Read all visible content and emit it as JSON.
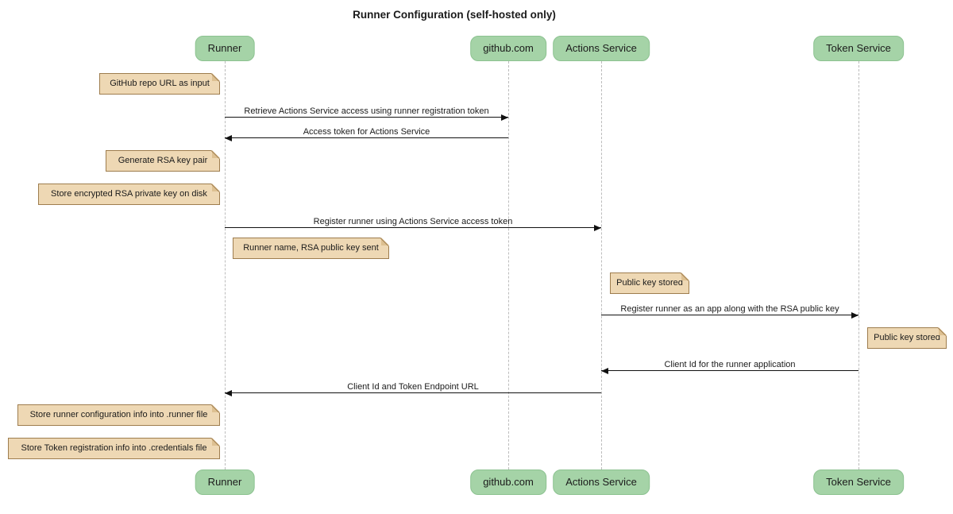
{
  "diagram": {
    "title": "Runner Configuration (self-hosted only)",
    "type": "sequence-diagram",
    "participants": [
      {
        "id": "runner",
        "label": "Runner"
      },
      {
        "id": "github",
        "label": "github.com"
      },
      {
        "id": "actions",
        "label": "Actions Service"
      },
      {
        "id": "token",
        "label": "Token Service"
      }
    ],
    "messages": [
      {
        "from": "Runner",
        "to": "github.com",
        "label": "Retrieve Actions Service access using runner registration token"
      },
      {
        "from": "github.com",
        "to": "Runner",
        "label": "Access token for Actions Service"
      },
      {
        "from": "Runner",
        "to": "Actions Service",
        "label": "Register runner using Actions Service access token"
      },
      {
        "from": "Actions Service",
        "to": "Token Service",
        "label": "Register runner as an app along with the RSA public key"
      },
      {
        "from": "Token Service",
        "to": "Actions Service",
        "label": "Client Id for the runner application"
      },
      {
        "from": "Actions Service",
        "to": "Runner",
        "label": "Client Id and Token Endpoint URL"
      }
    ],
    "notes": [
      {
        "anchor": "left of Runner",
        "text": "GitHub repo URL as input"
      },
      {
        "anchor": "left of Runner",
        "text": "Generate RSA key pair"
      },
      {
        "anchor": "left of Runner",
        "text": "Store encrypted RSA private key on disk"
      },
      {
        "anchor": "right of Runner",
        "text": "Runner name, RSA public key sent"
      },
      {
        "anchor": "right of Actions Service",
        "text": "Public key stored"
      },
      {
        "anchor": "right of Token Service",
        "text": "Public key stored"
      },
      {
        "anchor": "left of Runner",
        "text": "Store runner configuration info into .runner file"
      },
      {
        "anchor": "left of Runner",
        "text": "Store Token registration info into .credentials file"
      }
    ],
    "colors": {
      "participant_fill": "#a5d3a7",
      "participant_border": "#8cc290",
      "note_fill": "#eed8b4",
      "note_border": "#9e7d4e",
      "lifeline": "#bcbcbc",
      "arrow": "#111111",
      "background": "#ffffff"
    }
  }
}
